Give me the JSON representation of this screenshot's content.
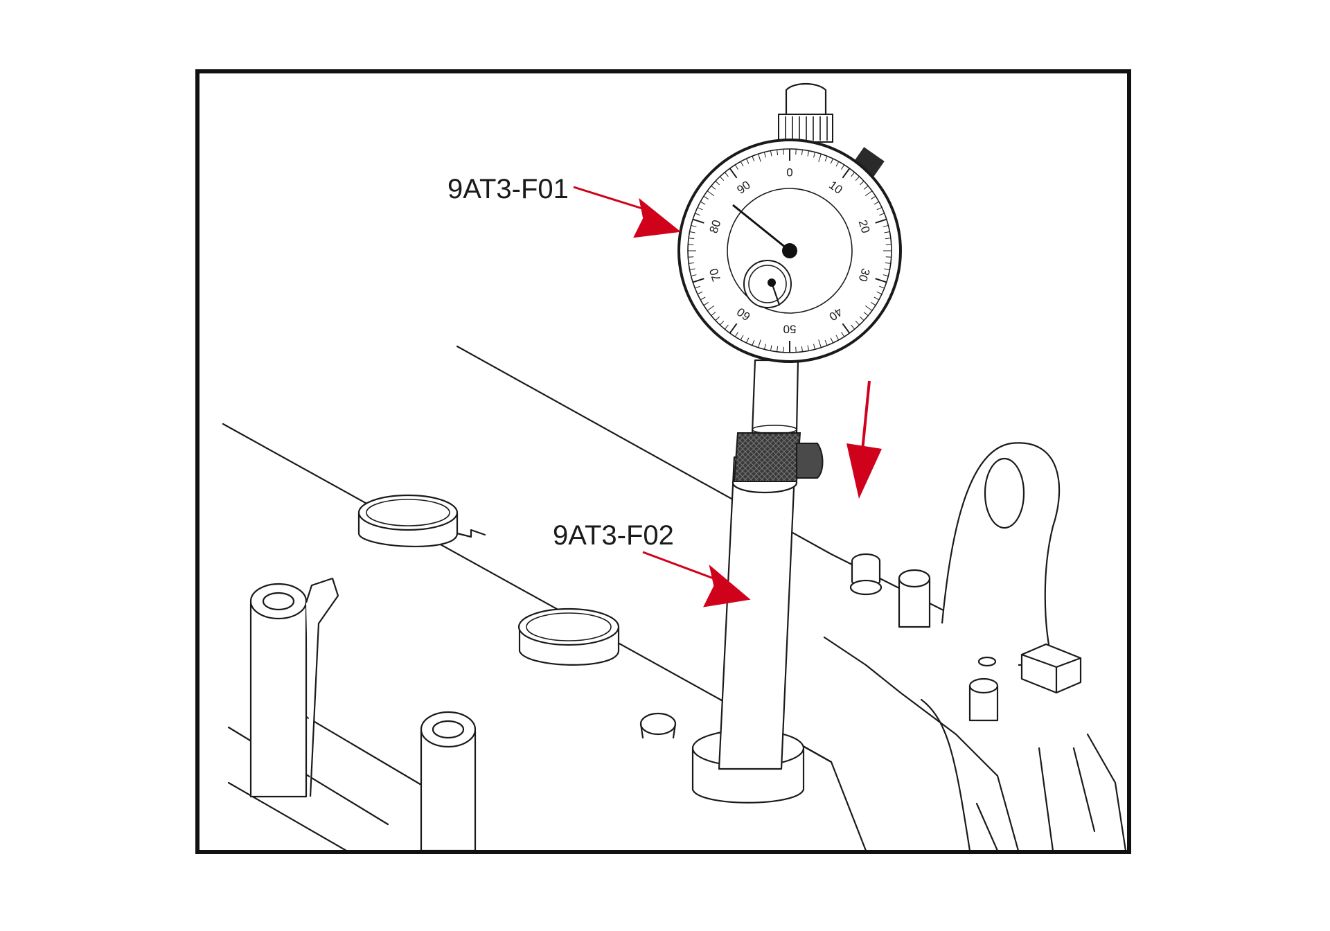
{
  "callouts": [
    {
      "label": "9AT3-F01"
    },
    {
      "label": "9AT3-F02"
    }
  ],
  "dial": {
    "numbers": [
      "0",
      "10",
      "20",
      "30",
      "40",
      "50",
      "60",
      "70",
      "80",
      "90"
    ]
  },
  "colors": {
    "arrow": "#d0021b",
    "line": "#1a1a1a",
    "background": "#ffffff",
    "knurl": "#3a3a3a"
  }
}
